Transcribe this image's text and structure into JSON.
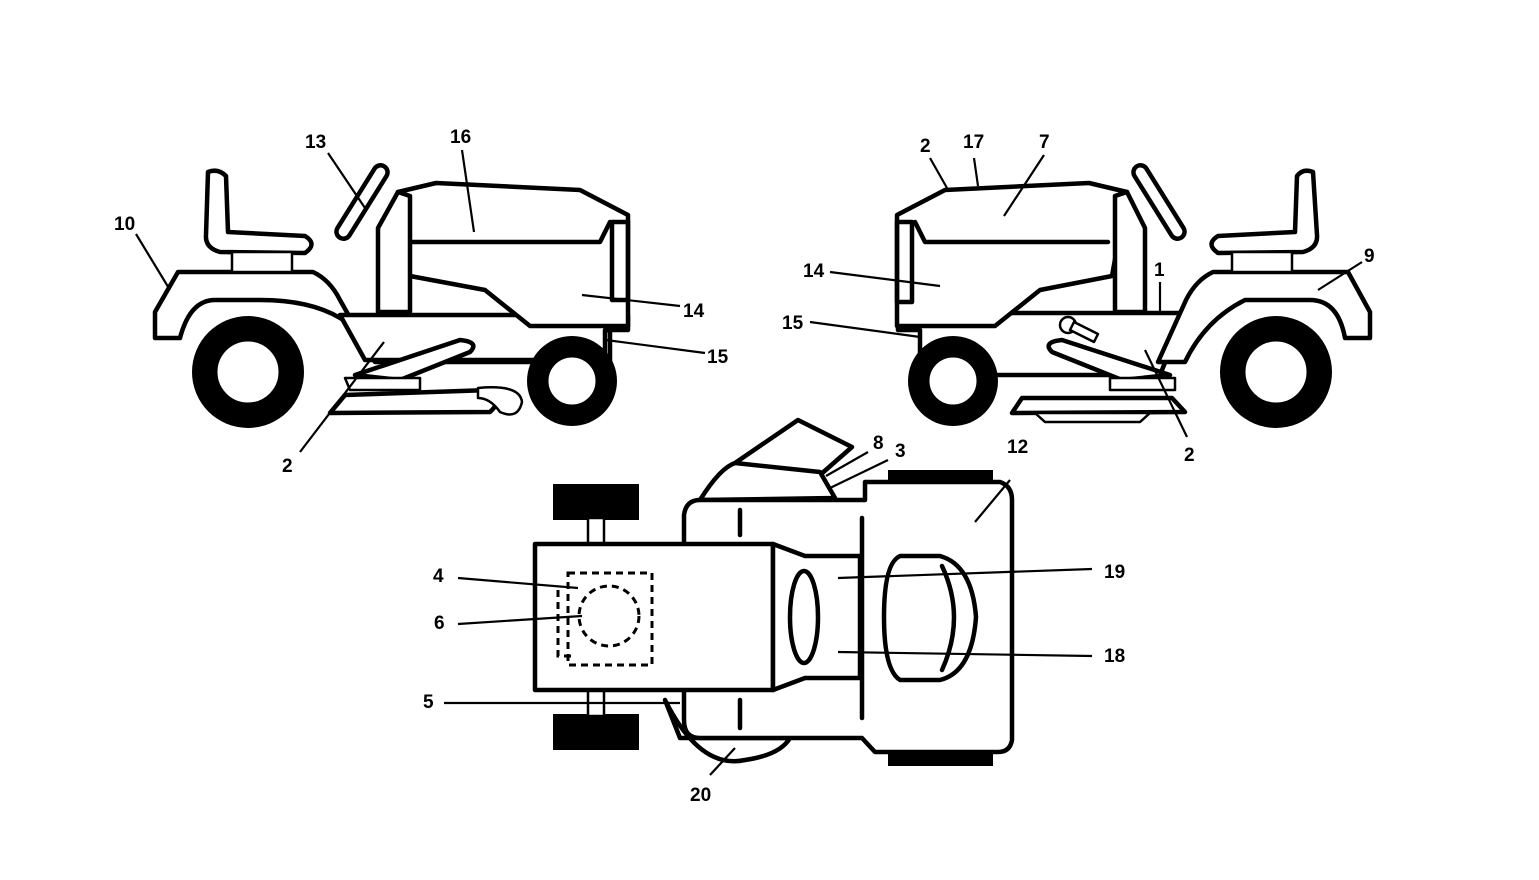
{
  "diagram": {
    "side_view_left": {
      "callouts": [
        "10",
        "13",
        "16",
        "14",
        "15",
        "2"
      ]
    },
    "side_view_right": {
      "callouts": [
        "2",
        "17",
        "7",
        "14",
        "1",
        "9",
        "15",
        "2"
      ]
    },
    "top_view": {
      "callouts": [
        "8",
        "3",
        "12",
        "4",
        "6",
        "19",
        "18",
        "5",
        "20"
      ]
    }
  }
}
